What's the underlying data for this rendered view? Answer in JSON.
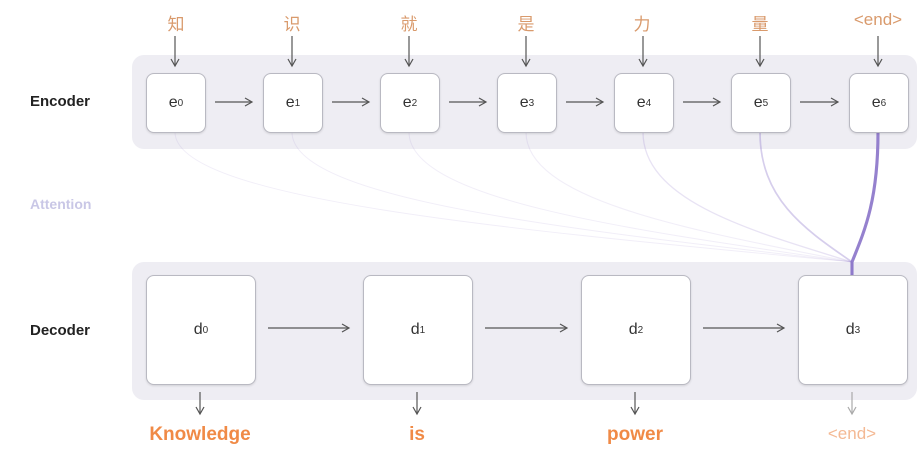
{
  "labels": {
    "encoder": "Encoder",
    "decoder": "Decoder",
    "attention": "Attention"
  },
  "input_tokens": [
    "知",
    "识",
    "就",
    "是",
    "力",
    "量",
    "<end>"
  ],
  "encoder_states": [
    {
      "base": "e",
      "sub": "0"
    },
    {
      "base": "e",
      "sub": "1"
    },
    {
      "base": "e",
      "sub": "2"
    },
    {
      "base": "e",
      "sub": "3"
    },
    {
      "base": "e",
      "sub": "4"
    },
    {
      "base": "e",
      "sub": "5"
    },
    {
      "base": "e",
      "sub": "6"
    }
  ],
  "decoder_states": [
    {
      "base": "d",
      "sub": "0"
    },
    {
      "base": "d",
      "sub": "1"
    },
    {
      "base": "d",
      "sub": "2"
    },
    {
      "base": "d",
      "sub": "3"
    }
  ],
  "output_tokens": [
    "Knowledge",
    "is",
    "power",
    "<end>"
  ],
  "attention_weights_to_d3": [
    0.05,
    0.06,
    0.08,
    0.12,
    0.2,
    0.35,
    0.9
  ],
  "colors": {
    "input_token": "#d99a6c",
    "output_token": "#f08a46",
    "attention": "#8a73c9",
    "band": "#eeedf3"
  }
}
